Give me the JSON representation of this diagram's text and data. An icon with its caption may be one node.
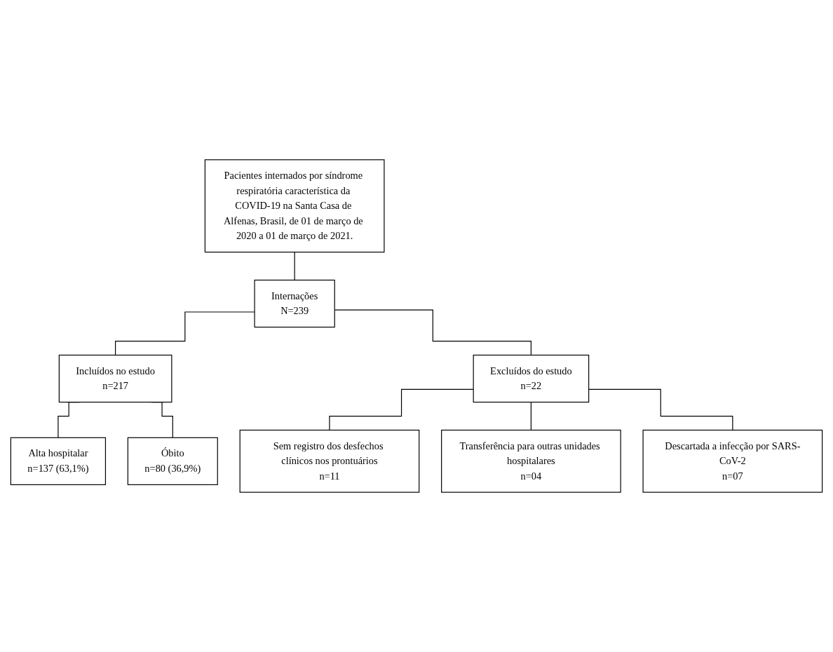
{
  "diagram": {
    "nodes": [
      {
        "text": [
          "Pacientes internados por síndrome respiratória característica da COVID-19 na Santa Casa de Alfenas, Brasil, de 01 de março de 2020 a 01 de março de 2021."
        ]
      },
      {
        "text": [
          "Internações",
          "N=239"
        ]
      },
      {
        "text": [
          "Incluídos no estudo",
          "n=217"
        ]
      },
      {
        "text": [
          "Excluídos do estudo",
          "n=22"
        ]
      },
      {
        "text": [
          "Alta hospitalar",
          "n=137 (63,1%)"
        ]
      },
      {
        "text": [
          "Óbito",
          "n=80 (36,9%)"
        ]
      },
      {
        "text": [
          "Sem registro dos desfechos clínicos nos prontuários",
          "n=11"
        ]
      },
      {
        "text": [
          "Transferência para outras unidades hospitalares",
          "n=04"
        ]
      },
      {
        "text": [
          "Descartada a infecção por SARS-CoV-2",
          "n=07"
        ]
      }
    ],
    "edges": [
      {
        "from": 0,
        "to": 1,
        "arrow": "none"
      },
      {
        "from": 1,
        "to": 2,
        "arrow": "none"
      },
      {
        "from": 1,
        "to": 3,
        "arrow": "none"
      },
      {
        "from": 2,
        "to": 4,
        "arrow": "none"
      },
      {
        "from": 2,
        "to": 5,
        "arrow": "none"
      },
      {
        "from": 3,
        "to": 6,
        "arrow": "none"
      },
      {
        "from": 3,
        "to": 7,
        "arrow": "none"
      },
      {
        "from": 3,
        "to": 8,
        "arrow": "none"
      }
    ]
  }
}
